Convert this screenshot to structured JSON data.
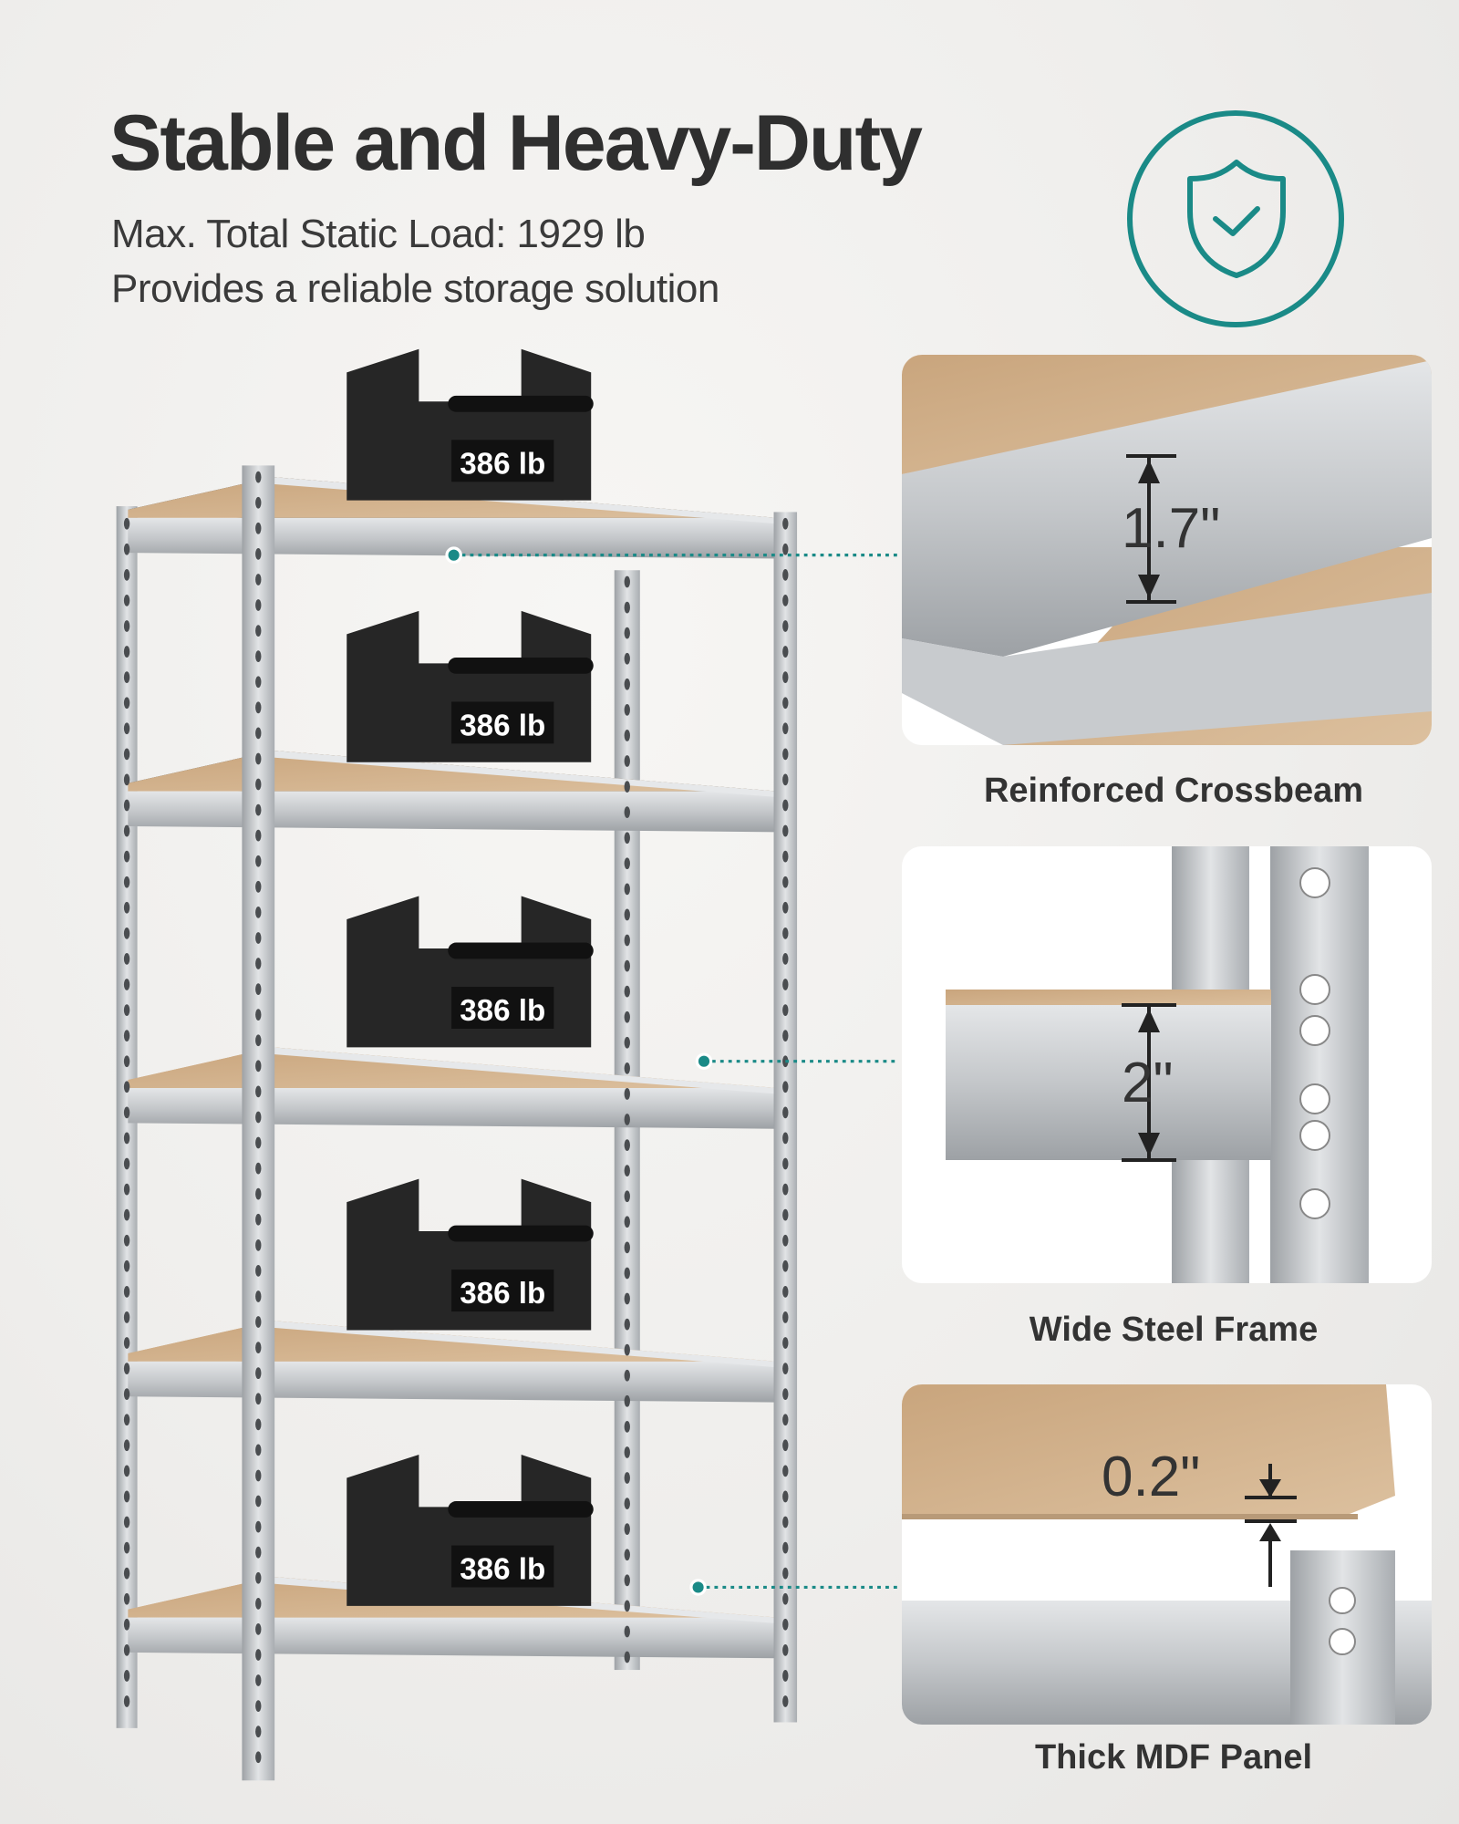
{
  "header": {
    "title": "Stable and Heavy-Duty",
    "subtitle_lines": [
      "Max. Total Static Load: 1929 lb",
      "Provides a reliable storage solution"
    ],
    "badge_icon": "shield-check-icon"
  },
  "colors": {
    "accent": "#1a8a87",
    "wood": "#d2b08a",
    "steel": "#b9bcbf",
    "weight": "#262626"
  },
  "shelf": {
    "weights": [
      {
        "label": "386 lb"
      },
      {
        "label": "386 lb"
      },
      {
        "label": "386 lb"
      },
      {
        "label": "386 lb"
      },
      {
        "label": "386 lb"
      }
    ]
  },
  "features": [
    {
      "label": "Reinforced Crossbeam",
      "dimension": "1.7\""
    },
    {
      "label": "Wide Steel Frame",
      "dimension": "2\""
    },
    {
      "label": "Thick MDF Panel",
      "dimension": "0.2\""
    }
  ]
}
